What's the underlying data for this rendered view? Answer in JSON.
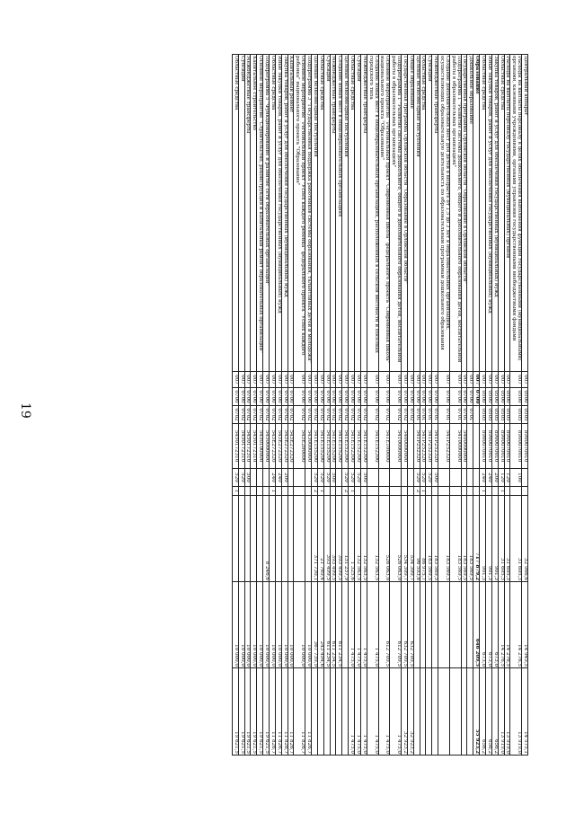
{
  "page_number": "19",
  "rows": [
    {
      "name": "Центральный аппарат",
      "c": [
        "007",
        "0500",
        "0505",
        "8900070010",
        "",
        "",
        "32 966,6",
        "14 949,5",
        "14 575,1"
      ]
    },
    {
      "name": "Расходы на выплаты персоналу в целях обеспечения выполнения функций государственными (муниципальными) органами, казенными учреждениями, органами управления государственными внебюджетными фондами",
      "c": [
        "007",
        "0500",
        "0505",
        "8900070010",
        "100",
        "",
        "31 605,3",
        "14 276,5",
        "13 919,0"
      ]
    },
    {
      "name": "Расходы на выплаты персоналу государственных (муниципальных) органов",
      "c": [
        "007",
        "0500",
        "0505",
        "8900070010",
        "120",
        "",
        "31 605,3",
        "14 276,5",
        "13 919,0"
      ]
    },
    {
      "name": "Областные средства",
      "c": [
        "007",
        "0500",
        "0505",
        "8900070010",
        "120",
        "1",
        "31 605,3",
        "14 276,5",
        "13 919,0"
      ]
    },
    {
      "name": "Закупка товаров, работ и услуг для обеспечения государственных (муниципальных) нужд",
      "c": [
        "007",
        "0500",
        "0505",
        "8900070010",
        "200",
        "",
        "901,3",
        "673,0",
        "656,2"
      ]
    },
    {
      "name": "Иные закупки товаров, работ и услуг для обеспечения государственных (муниципальных) нужд",
      "c": [
        "007",
        "0500",
        "0505",
        "8900070010",
        "240",
        "",
        "901,3",
        "673,0",
        "656,2"
      ]
    },
    {
      "name": "Областные средства",
      "c": [
        "007",
        "0500",
        "0505",
        "8900070010",
        "240",
        "1",
        "901,3",
        "673,0",
        "656,2"
      ]
    },
    {
      "name": "Образование",
      "bold": true,
      "c": [
        "007",
        "0700",
        "",
        "",
        "",
        "",
        "717 879,2",
        "646 209,5",
        "55 923,2"
      ]
    },
    {
      "name": "Дошкольное образование",
      "c": [
        "007",
        "0700",
        "0701",
        "",
        "",
        "",
        "183 569,5",
        "",
        ""
      ]
    },
    {
      "name": "Государственная программа Орловской области \"Образование в Орловской области\"",
      "c": [
        "007",
        "0700",
        "0701",
        "5400000000",
        "",
        "",
        "183 569,5",
        "",
        ""
      ]
    },
    {
      "name": "Подпрограмма 1 \"Развитие системы дошкольного, общего и дополнительного образования детей, воспитательной работы в образовательных организациях\"",
      "c": [
        "007",
        "0700",
        "0701",
        "5410000000",
        "",
        "",
        "183 569,5",
        "",
        ""
      ]
    },
    {
      "name": "Создание дополнительных мест для детей в возрасте от 1,5 до 3 лет в образовательных организациях, осуществляющих образовательную деятельность по образовательным программам дошкольного образования",
      "c": [
        "007",
        "0700",
        "0701",
        "541P252320",
        "",
        "",
        "183 569,5",
        "",
        ""
      ]
    },
    {
      "name": "Межбюджетные трансферты",
      "c": [
        "007",
        "0700",
        "0701",
        "541P252320",
        "500",
        "",
        "183 569,5",
        "",
        ""
      ]
    },
    {
      "name": "Субсидии",
      "c": [
        "007",
        "0700",
        "0701",
        "541P252320",
        "520",
        "",
        "183 569,5",
        "",
        ""
      ]
    },
    {
      "name": "Областные средства",
      "c": [
        "007",
        "0700",
        "0701",
        "541P252320",
        "520",
        "1",
        "86 975,7",
        "",
        ""
      ]
    },
    {
      "name": "Целевые безвозмездные поступления",
      "c": [
        "007",
        "0700",
        "0701",
        "541P252320",
        "520",
        "2",
        "96 593,8",
        "",
        ""
      ]
    },
    {
      "name": "Общее образование",
      "c": [
        "007",
        "0700",
        "0702",
        "",
        "",
        "",
        "534 309,7",
        "632 709,5",
        "32 923,2"
      ]
    },
    {
      "name": "Государственная программа Орловской области \"Образование в Орловской области\"",
      "c": [
        "007",
        "0700",
        "0702",
        "5400000000",
        "",
        "",
        "534 309,7",
        "632 709,5",
        "32 923,2"
      ]
    },
    {
      "name": "Подпрограмма 1 \"Развитие системы дошкольного, общего и дополнительного образования детей, воспитательной работы в образовательных организациях\"",
      "c": [
        "007",
        "0700",
        "0702",
        "5410000000",
        "",
        "",
        "526 063,0",
        "612 709,5",
        "1 475,0"
      ]
    },
    {
      "name": "Основное мероприятие \"Региональный проект \"Современная школа\" федерального проекта \"Современная школа\" национального проекта \"Образование\"",
      "c": [
        "007",
        "0700",
        "0702",
        "541E100000",
        "",
        "",
        "526 063,0",
        "612 709,5",
        "1 475,0"
      ]
    },
    {
      "name": "Создание новых мест в общеобразовательных организациях, расположенных в сельской местности и поселках городского типа",
      "c": [
        "007",
        "0700",
        "0702",
        "541E152300",
        "",
        "",
        "132 563,5",
        "1 475,0",
        "1 475,0"
      ]
    },
    {
      "name": "Межбюджетные трансферты",
      "c": [
        "007",
        "0700",
        "0702",
        "541E152300",
        "500",
        "",
        "132 563,5",
        "1 475,0",
        "1 475,0"
      ]
    },
    {
      "name": "Субсидии",
      "c": [
        "007",
        "0700",
        "0702",
        "541E152300",
        "520",
        "",
        "132 563,5",
        "1 475,0",
        "1 475,0"
      ]
    },
    {
      "name": "Областные средства",
      "c": [
        "007",
        "0700",
        "0702",
        "541E152300",
        "520",
        "1",
        "1 325,6",
        "1 475,0",
        "1 475,0"
      ]
    },
    {
      "name": "Целевые безвозмездные поступления",
      "c": [
        "007",
        "0700",
        "0702",
        "541E152300",
        "520",
        "2",
        "131 237,9",
        "",
        ""
      ]
    },
    {
      "name": "Создание новых мест в общеобразовательных организациях",
      "c": [
        "007",
        "0700",
        "0702",
        "541E155200",
        "",
        "",
        "393 499,5",
        "611 234,5",
        ""
      ]
    },
    {
      "name": "Межбюджетные трансферты",
      "c": [
        "007",
        "0700",
        "0702",
        "541E155200",
        "500",
        "",
        "393 499,5",
        "611 234,5",
        ""
      ]
    },
    {
      "name": "Субсидии",
      "c": [
        "007",
        "0700",
        "0702",
        "541E155200",
        "520",
        "",
        "393 499,5",
        "611 234,5",
        ""
      ]
    },
    {
      "name": "Областные средства",
      "c": [
        "007",
        "0700",
        "0702",
        "541E155200",
        "520",
        "1",
        "21 769,4",
        "243 494,6",
        ""
      ]
    },
    {
      "name": "Целевые безвозмездные поступления",
      "c": [
        "007",
        "0700",
        "0702",
        "541E155200",
        "520",
        "2",
        "371 730,1",
        "367 739,9",
        ""
      ]
    },
    {
      "name": "Подпрограмма 3 \"Государственная поддержка работников системы образования, талантливых детей и молодежи\"",
      "c": [
        "007",
        "0700",
        "0702",
        "5430000000",
        "",
        "",
        "",
        "10 000,0",
        "11 826,7"
      ]
    },
    {
      "name": "Основное мероприятие \"Региональный проект \"Успех каждого ребенка\" федерального проекта \"Успех каждого ребенка\" национального проекта \"Образование\"",
      "c": [
        "007",
        "0700",
        "0702",
        "543E200000",
        "",
        "",
        "",
        "10 000,0",
        "11 826,7"
      ]
    },
    {
      "name": "Капитальный ремонт",
      "c": [
        "007",
        "0700",
        "0702",
        "543E272320",
        "",
        "",
        "",
        "10 000,0",
        "11 826,7"
      ]
    },
    {
      "name": "Закупка товаров, работ и услуг для обеспечения государственных (муниципальных) нужд",
      "c": [
        "007",
        "0700",
        "0702",
        "543E272320",
        "200",
        "",
        "",
        "10 000,0",
        "11 826,7"
      ]
    },
    {
      "name": "Иные закупки товаров, работ и услуг для обеспечения государственных (муниципальных) нужд",
      "c": [
        "007",
        "0700",
        "0702",
        "543E272320",
        "240",
        "",
        "",
        "10 000,0",
        "11 826,7"
      ]
    },
    {
      "name": "Областные средства",
      "c": [
        "007",
        "0700",
        "0702",
        "543E272320",
        "240",
        "1",
        "",
        "10 000,0",
        "11 826,7"
      ]
    },
    {
      "name": "Подпрограмма 5 \"Функционирование и развитие сети образовательных организаций\"",
      "c": [
        "007",
        "0700",
        "0702",
        "5450000000",
        "",
        "",
        "8 246,6",
        "10 000,0",
        "19 621,5"
      ]
    },
    {
      "name": "Основное мероприятие \"Строительство, реконструкция и капитальный ремонт образовательных организаций\"",
      "c": [
        "007",
        "0700",
        "0702",
        "5450100000",
        "",
        "",
        "",
        "10 000,0",
        "19 621,5"
      ]
    },
    {
      "name": "Капитальное строительство",
      "c": [
        "007",
        "0700",
        "0702",
        "5450172310",
        "",
        "",
        "",
        "10 000,0",
        "19 621,5"
      ]
    },
    {
      "name": "Межбюджетные трансферты",
      "c": [
        "007",
        "0700",
        "0702",
        "5450172310",
        "500",
        "",
        "",
        "10 000,0",
        "19 621,5"
      ]
    },
    {
      "name": "Субсидии",
      "c": [
        "007",
        "0700",
        "0702",
        "5450172310",
        "520",
        "",
        "",
        "10 000,0",
        "19 621,5"
      ]
    },
    {
      "name": "Областные средства",
      "c": [
        "007",
        "0700",
        "0702",
        "5450172310",
        "520",
        "1",
        "",
        "10 000,0",
        "19 621,5"
      ]
    }
  ]
}
